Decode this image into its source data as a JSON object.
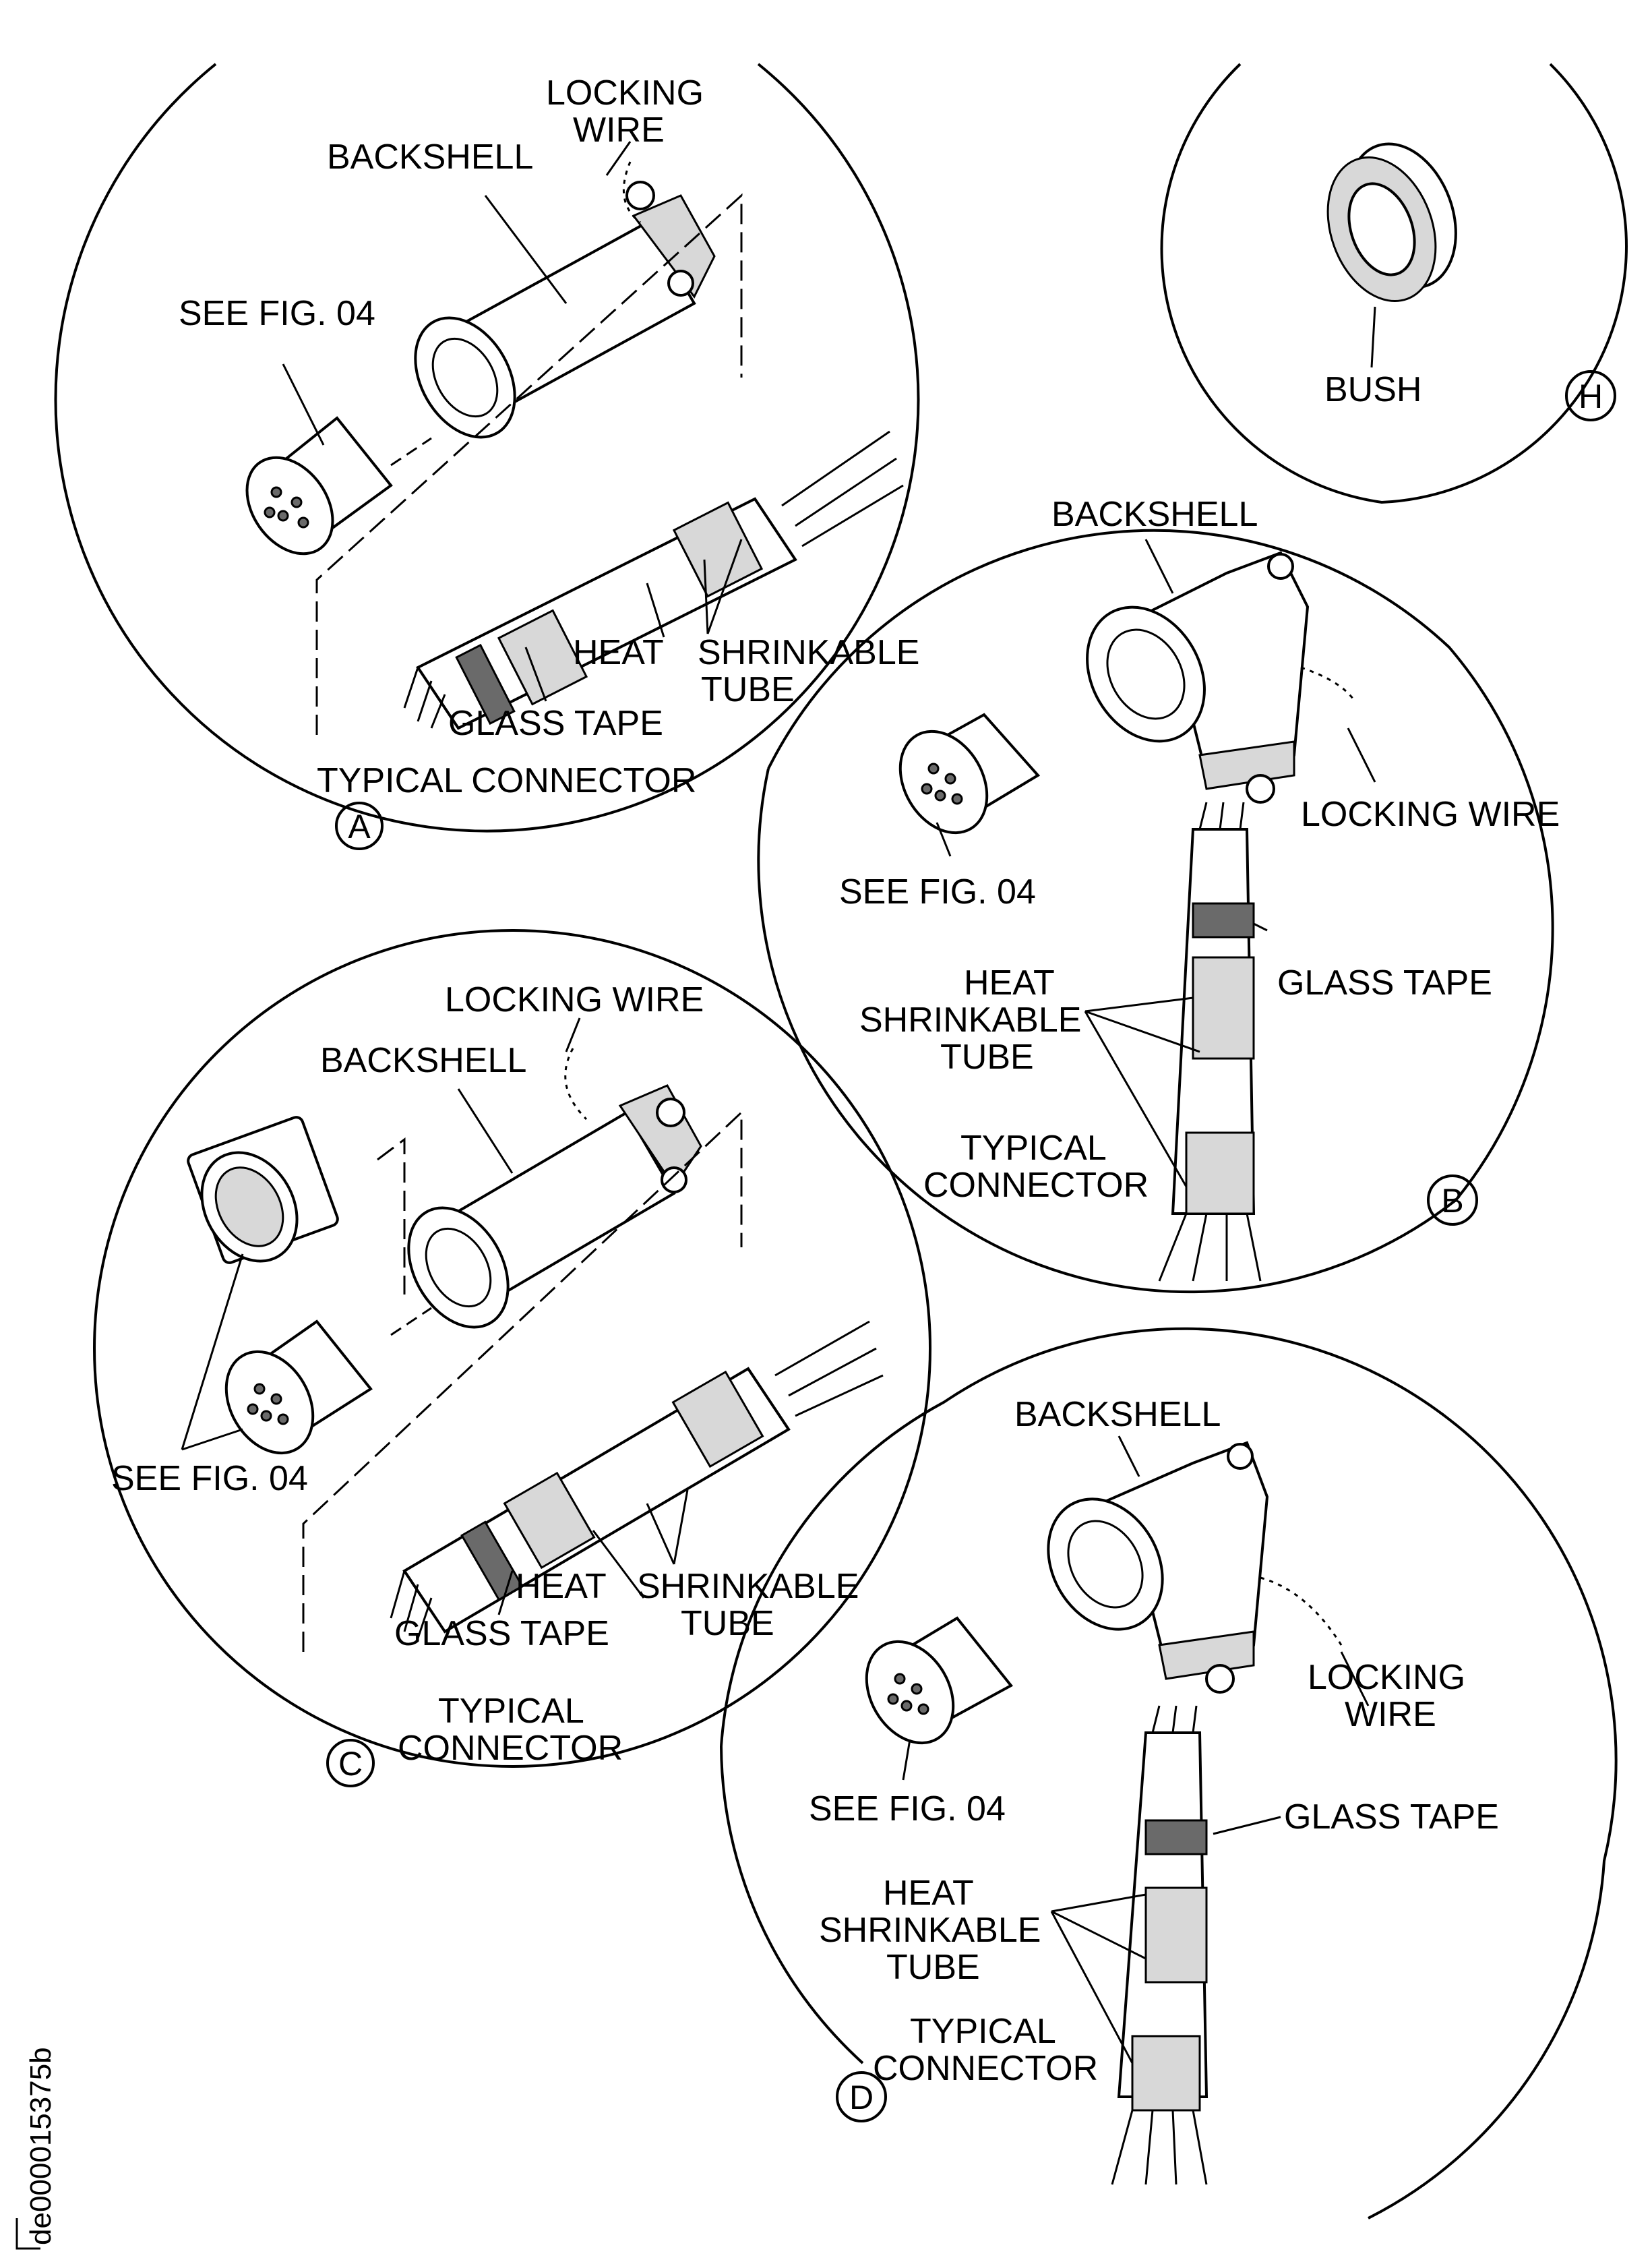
{
  "drawing_code": "de000015375b",
  "views": {
    "A": {
      "callout": "A",
      "locking_wire": [
        "LOCKING",
        "WIRE"
      ],
      "backshell": "BACKSHELL",
      "see_fig": "SEE FIG. 04",
      "heat_shrinkable": [
        "HEAT",
        "SHRINKABLE",
        "TUBE"
      ],
      "glass_tape": "GLASS TAPE",
      "typical_connector": "TYPICAL CONNECTOR"
    },
    "B": {
      "callout": "B",
      "backshell": "BACKSHELL",
      "locking_wire": "LOCKING WIRE",
      "see_fig": "SEE FIG. 04",
      "glass_tape": "GLASS TAPE",
      "heat_shrinkable": [
        "HEAT",
        "SHRINKABLE",
        "TUBE"
      ],
      "typical_connector": [
        "TYPICAL",
        "CONNECTOR"
      ]
    },
    "C": {
      "callout": "C",
      "locking_wire": "LOCKING WIRE",
      "backshell": "BACKSHELL",
      "see_fig": "SEE FIG. 04",
      "heat": "HEAT",
      "shrinkable_tube": [
        "SHRINKABLE",
        "TUBE"
      ],
      "glass_tape": "GLASS TAPE",
      "typical_connector": [
        "TYPICAL",
        "CONNECTOR"
      ]
    },
    "D": {
      "callout": "D",
      "backshell": "BACKSHELL",
      "locking_wire": [
        "LOCKING",
        "WIRE"
      ],
      "see_fig": "SEE FIG. 04",
      "glass_tape": "GLASS TAPE",
      "heat_shrinkable": [
        "HEAT",
        "SHRINKABLE",
        "TUBE"
      ],
      "typical_connector": [
        "TYPICAL",
        "CONNECTOR"
      ]
    },
    "H": {
      "callout": "H",
      "bush": "BUSH"
    }
  }
}
